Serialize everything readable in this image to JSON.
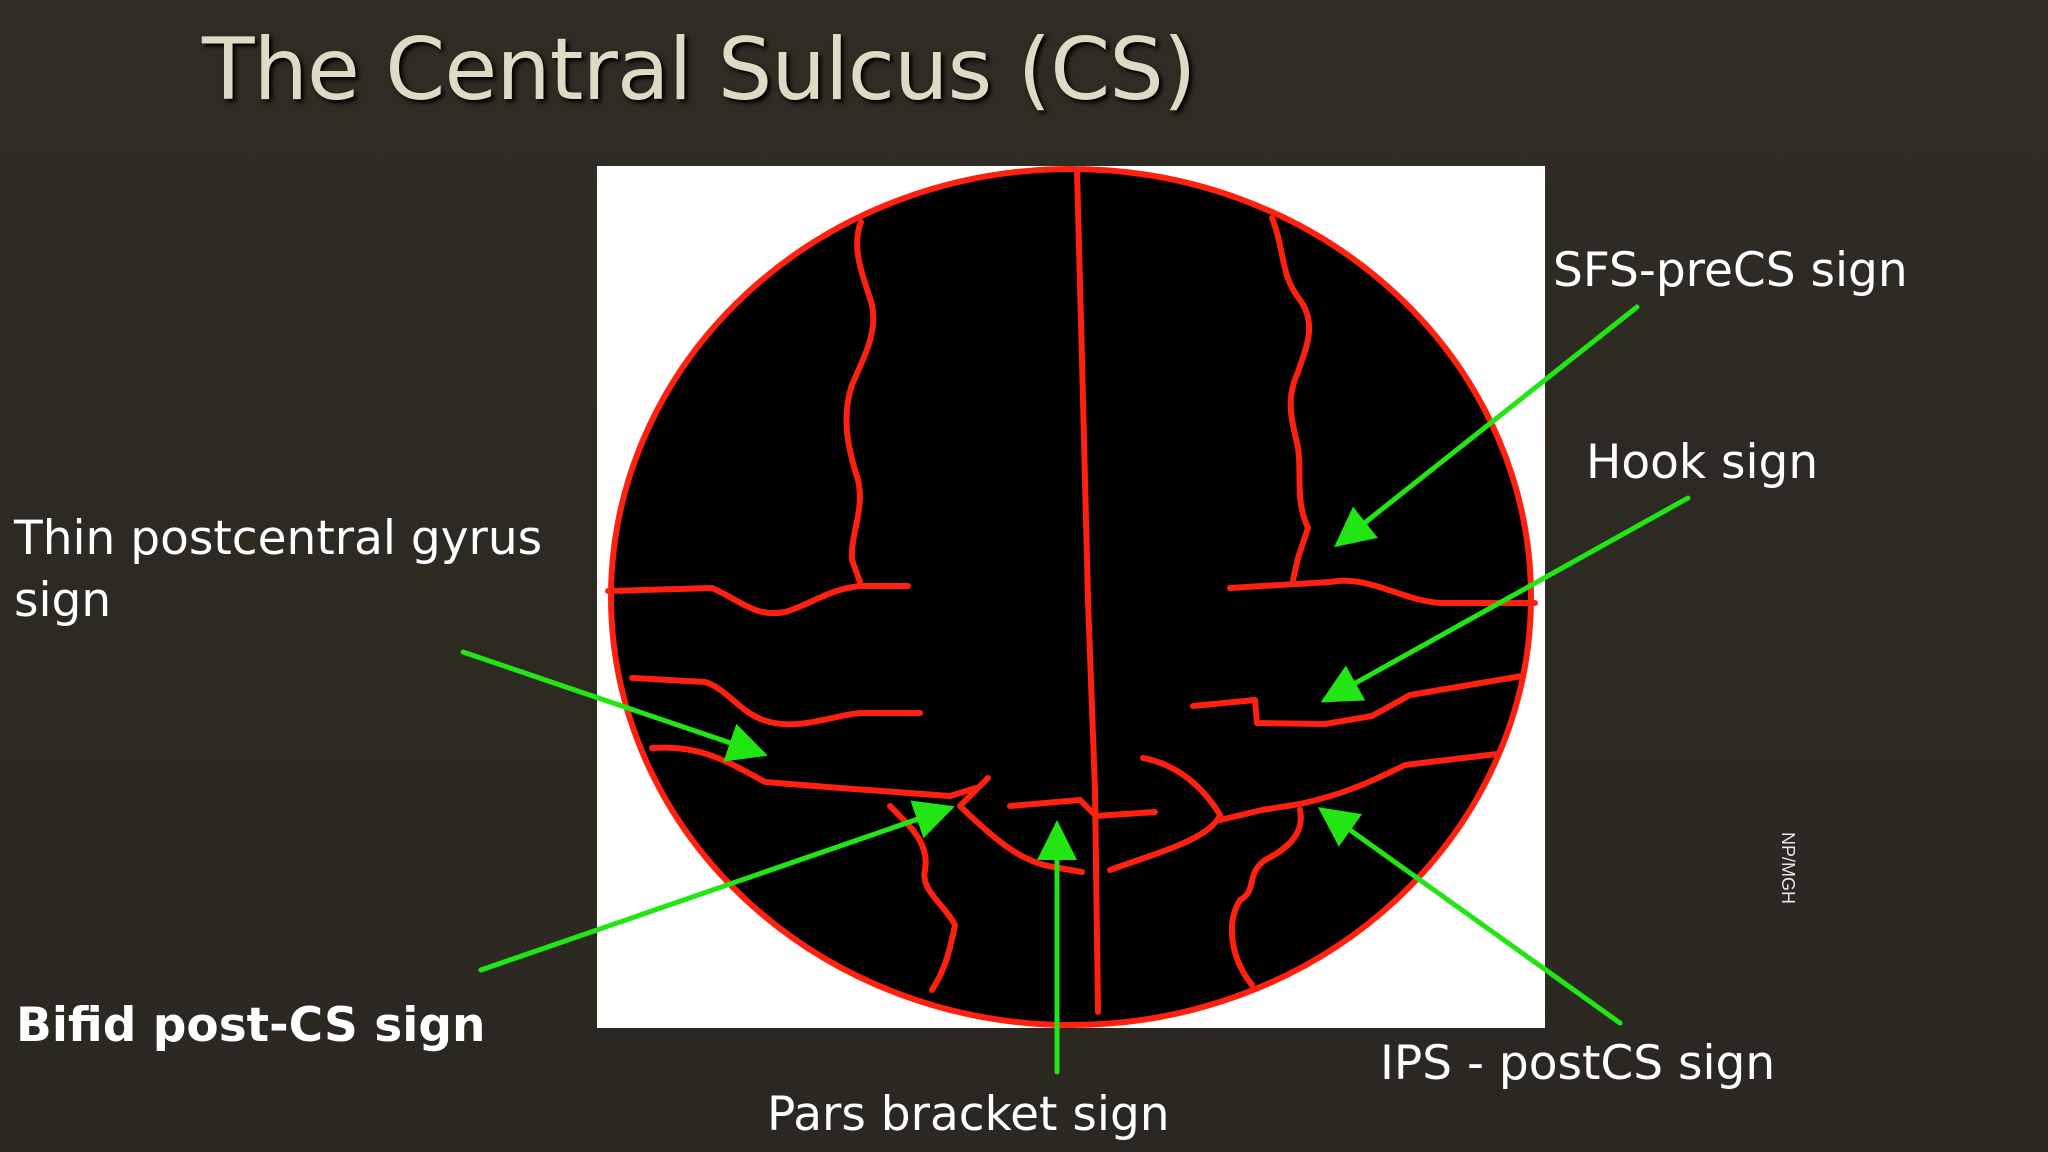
{
  "slide": {
    "title": "The Central Sulcus (CS)",
    "credit": "NP/MGH"
  },
  "labels": {
    "thin_postcentral": "Thin postcentral gyrus sign",
    "bifid_post_cs": "Bifid post-CS sign",
    "sfs_precs": "SFS-preCS sign",
    "hook": "Hook sign",
    "ips_postcs": "IPS - postCS sign",
    "pars_bracket": "Pars bracket sign"
  },
  "colors": {
    "background": "#2d2a22",
    "title": "#dcdcc4",
    "sulcus_lines": "#ff2010",
    "arrows": "#22e614",
    "brain_fill": "#000000",
    "panel": "#ffffff"
  }
}
